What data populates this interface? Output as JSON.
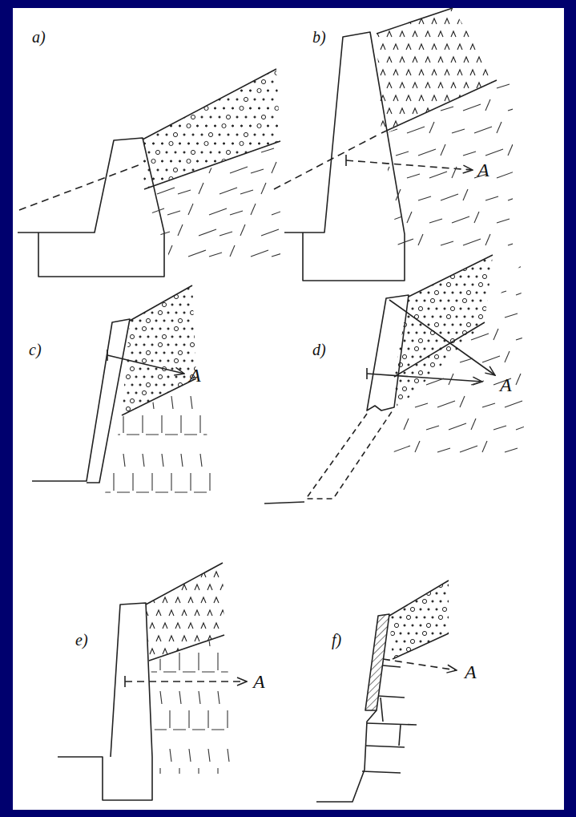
{
  "diagram": {
    "labels": [
      "a)",
      "b)",
      "A",
      "c)",
      "A",
      "d)",
      "A",
      "e)",
      "A",
      "f)",
      "A"
    ]
  }
}
